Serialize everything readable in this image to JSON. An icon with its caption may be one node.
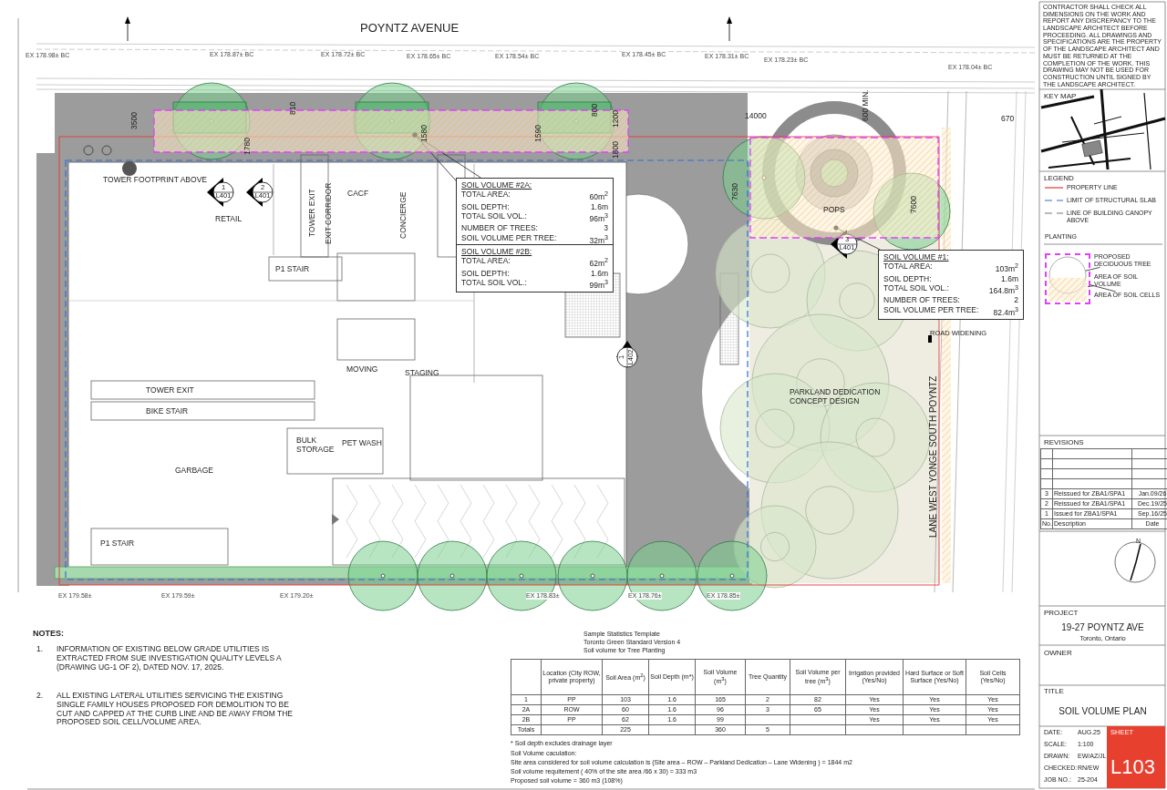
{
  "diagram": {
    "nodes": [
      {
        "text": [
          "SOIL VOLUME #2A:",
          "TOTAL AREA:",
          "60m$^{2}$",
          "SOIL DEPTH:",
          "1.6m",
          "TOTAL SOIL VOL.:",
          "96m$^{3}$",
          "NUMBER OF TREES:",
          "3",
          "SOIL VOLUME PER TREE:",
          "32m$^{3}$"
        ]
      },
      {
        "text": [
          "SOIL VOLUME #2B:",
          "TOTAL AREA:",
          "62m$^{2}$",
          "SOIL DEPTH:",
          "1.6m",
          "TOTAL SOIL VOL.:",
          "99m$^{3}$"
        ]
      },
      {
        "text": [
          "SOIL VOLUME #1:",
          "TOTAL AREA:",
          "103m$^{2}$",
          "SOIL DEPTH:",
          "1.6m",
          "TOTAL SOIL VOL.:",
          "164.8m$^{3}$",
          "NUMBER OF TREES:",
          "2",
          "SOIL VOLUME PER TREE:",
          "82.4m$^{3}$"
        ]
      },
      {
        "text": [],
        "shape": "box"
      },
      {
        "text": [],
        "shape": "box"
      },
      {
        "text": [],
        "shape": "box"
      },
      {
        "text": [],
        "shape": "circle",
        "in": 5
      },
      {
        "text": [],
        "shape": "box",
        "in": 5
      },
      {
        "text": [
          "PROPOSED DECIDUOUS TREE"
        ]
      },
      {
        "text": [
          "AREA OF SOIL VOLUME"
        ]
      },
      {
        "text": [
          "AREA OF SOIL CELLS"
        ]
      }
    ],
    "edges": [
      {
        "from": 0,
        "to": 3,
        "arrow": "other"
      },
      {
        "from": 1,
        "to": 3,
        "arrow": "other"
      },
      {
        "from": 2,
        "to": 4,
        "arrow": "other"
      },
      {
        "from": 8,
        "to": 6,
        "arrow": "none"
      },
      {
        "from": 9,
        "to": 7,
        "arrow": "none"
      },
      {
        "from": 10,
        "to": 5,
        "arrow": "none"
      }
    ],
    "labels": [
      "POYNTZ AVENUE",
      "EX 178.98± BC",
      "EX 178.87± BC",
      "EX 178.72± BC",
      "EX 178.65± BC",
      "EX 178.54± BC",
      "EX 178.45± BC",
      "EX 178.31± BC",
      "EX 178.23± BC",
      "EX 178.04± BC",
      "3500",
      "1780",
      "810",
      "1580",
      "1590",
      "800",
      "1200",
      "1800",
      "14000",
      "600 MIN.",
      "670",
      "7630",
      "7600",
      "TOWER FOOTPRINT ABOVE",
      "1",
      "L401",
      "2",
      "L401",
      "RETAIL",
      "TOWER EXIT",
      "EXIT CORRIDOR",
      "CACF",
      "CONCIERGE",
      "P1 STAIR",
      "POPS",
      "3",
      "L401",
      "ROAD WIDENING",
      "1",
      "L402",
      "MOVING",
      "STAGING",
      "TOWER EXIT",
      "BIKE STAIR",
      "PARKLAND DEDICATION CONCEPT DESIGN",
      "LANE WEST YONGE SOUTH POYNTZ",
      "BULK STORAGE",
      "PET WASH",
      "GARBAGE",
      "P1 STAIR",
      "EX 179.58±",
      "EX 179.59±",
      "EX 179.20±",
      "EX 178.83±",
      "EX 178.76±",
      "EX 178.85±",
      "NOTES:",
      "1.",
      "INFORMATION OF EXISTING BELOW GRADE UTILITIES IS EXTRACTED FROM SUE INVESTIGATION QUALITY LEVELS A (DRAWING UG-1 OF 2), DATED NOV. 17, 2025.",
      "2.",
      "ALL EXISTING LATERAL UTILITIES SERVICING THE EXISTING SINGLE FAMILY HOUSES PROPOSED FOR DEMOLITION TO BE CUT AND CAPPED AT THE CURB LINE AND BE AWAY FROM THE PROPOSED SOIL CELL/VOLUME AREA.",
      "Sample Statistics Template",
      "Toronto Green Standard Version 4",
      "Soil volume for Tree Planting",
      "Location (City ROW, private property)",
      "Soil Area (m$^{2}$)",
      "Soil Depth (m*)",
      "Soil Volume (m$^{3}$)",
      "Tree Quantity",
      "Soil Volume per tree (m$^{3}$)",
      "Irrigation provided (Yes/No)",
      "Hard Surface or Soft Surface (Yes/No)",
      "Soil Cells (Yes/No)",
      "1",
      "PP",
      "103",
      "1.6",
      "165",
      "2",
      "82",
      "Yes",
      "Yes",
      "Yes",
      "2A",
      "ROW",
      "60",
      "1.6",
      "96",
      "3",
      "65",
      "Yes",
      "Yes",
      "Yes",
      "2B",
      "PP",
      "62",
      "1.6",
      "99",
      "Yes",
      "Yes",
      "Yes",
      "Totals",
      "225",
      "360",
      "5",
      "* Soil depth excludes drainage layer",
      "Soil Volume caculation:",
      "Site area considered for soil volume calculation is (Site area – ROW – Parkland Dedication – Lane Widening ) = 1844 m2",
      "Soil volume requitement ( 40% of the site area /66 x 30) = 333 m3",
      "Proposed soil volume = 360 m3 (108%)",
      "CONTRACTOR SHALL CHECK ALL DIMENSIONS ON THE WORK AND REPORT ANY DISCREPANCY TO THE LANDSCAPE ARCHITECT BEFORE PROCEEDING. ALL DRAWINGS AND SPECIFICATIONS ARE THE PROPERTY OF THE LANDSCAPE ARCHITECT AND MUST BE RETURNED AT THE COMPLETION OF THE WORK. THIS DRAWING MAY NOT BE USED FOR CONSTRUCTION UNTIL SIGNED BY THE LANDSCAPE ARCHITECT.",
      "KEY MAP",
      "LEGEND",
      "PLANTING",
      "REVISIONS",
      "3",
      "Reissued for ZBA1/SPA1",
      "Jan.09/26",
      "2",
      "Reissued for ZBA1/SPA1",
      "Dec.19/25",
      "1",
      "Issued for ZBA1/SPA1",
      "Sep.16/25",
      "No.",
      "Description",
      "Date",
      "N",
      "PROJECT",
      "19-27 POYNTZ AVE",
      "Toronto, Ontario",
      "OWNER",
      "TITLE",
      "SOIL VOLUME PLAN",
      "DATE:",
      "AUG.25",
      "SCALE:",
      "1:100",
      "DRAWN:",
      "EW/AZ/JL",
      "CHECKED:",
      "RN/EW",
      "JOB NO.:",
      "25-204",
      "SHEET",
      "L103"
    ],
    "legend": [
      {
        "text": "PROPERTY LINE"
      },
      {
        "text": "LIMIT OF STRUCTURAL SLAB"
      },
      {
        "text": "LINE OF BUILDING CANOPY ABOVE"
      }
    ]
  }
}
